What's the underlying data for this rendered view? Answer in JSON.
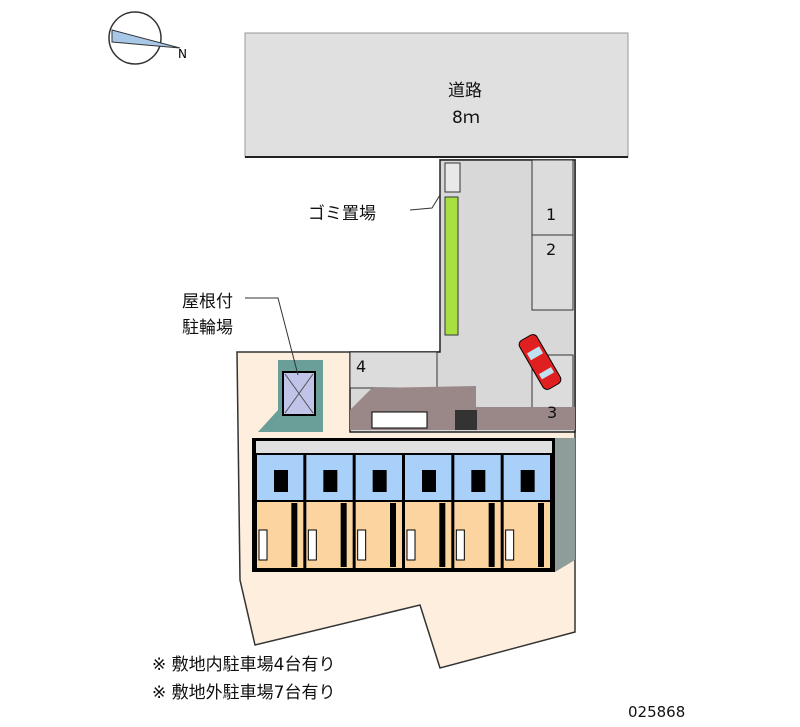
{
  "road": {
    "name": "道路",
    "width": "8ｍ"
  },
  "labels": {
    "garbage": "ゴミ置場",
    "bike_line1": "屋根付",
    "bike_line2": "駐輪場"
  },
  "parking_spaces": [
    "1",
    "2",
    "3",
    "4"
  ],
  "notes": [
    "※ 敷地内駐車場4台有り",
    "※ 敷地外駐車場7台有り"
  ],
  "code": "025868",
  "units": 6,
  "colors": {
    "road": "#e0e0e0",
    "lot": "#fdeedd",
    "drive": "#d8d8d8",
    "green": "#a8e040",
    "room_blue": "#a8d0f8",
    "room_peach": "#fcd4a0",
    "walkway": "#9a8888",
    "teal": "#6a9e98",
    "car": "#e02020"
  }
}
